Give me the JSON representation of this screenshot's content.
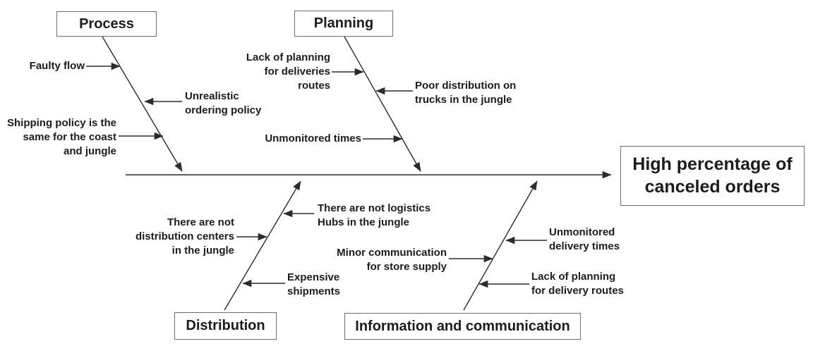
{
  "fishbone": {
    "effect": {
      "label": "High percentage of canceled orders"
    },
    "branches": [
      {
        "label": "Process",
        "side": "top",
        "causes": [
          {
            "text": "Faulty flow"
          },
          {
            "text": "Unrealistic\nordering policy"
          },
          {
            "text": "Shipping policy is the\nsame for the coast\nand jungle"
          }
        ]
      },
      {
        "label": "Planning",
        "side": "top",
        "causes": [
          {
            "text": "Lack of planning\nfor deliveries\nroutes"
          },
          {
            "text": "Poor distribution on\ntrucks in the jungle"
          },
          {
            "text": "Unmonitored times"
          }
        ]
      },
      {
        "label": "Distribution",
        "side": "bottom",
        "causes": [
          {
            "text": "There are not logistics\nHubs in the jungle"
          },
          {
            "text": "There are not\ndistribution centers\nin the jungle"
          },
          {
            "text": "Expensive\nshipments"
          }
        ]
      },
      {
        "label": "Information and communication",
        "side": "bottom",
        "causes": [
          {
            "text": "Unmonitored\ndelivery times"
          },
          {
            "text": "Minor communication\nfor store supply"
          },
          {
            "text": "Lack of planning\nfor delivery routes"
          }
        ]
      }
    ],
    "colors": {
      "line": "#2b2b2b",
      "box_border": "#6f6f6f",
      "text": "#1c1c1c",
      "background": "#ffffff"
    }
  }
}
